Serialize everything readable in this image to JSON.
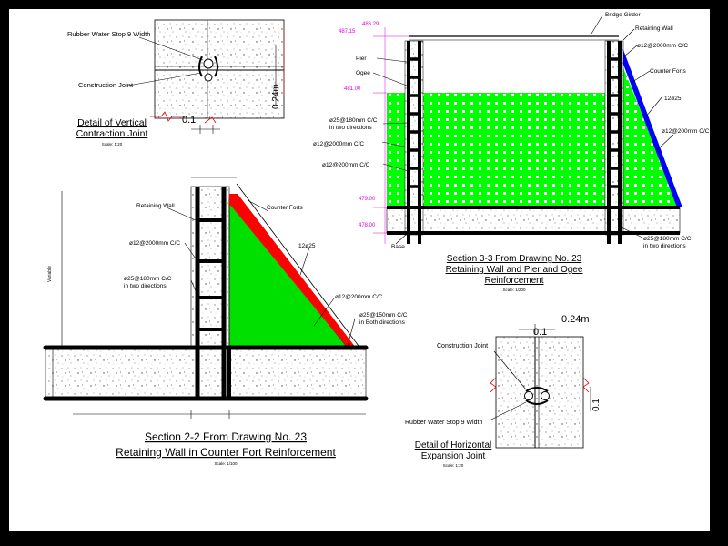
{
  "colors": {
    "background": "#000000",
    "paper": "#ffffff",
    "rebar": "#000000",
    "green_fill": "#00ff00",
    "red_band": "#ff0000",
    "blue_band": "#0000ff",
    "levels": "#e000e0"
  },
  "vertical_joint": {
    "label_waterstop": "Rubber Water Stop 9 Width",
    "label_joint": "Construction Joint",
    "dim_width": "0.1",
    "dim_height": "0.24m",
    "title_line1": "Detail of Vertical",
    "title_line2": "Contraction Joint",
    "scale": "Scale: 1:20"
  },
  "section_22": {
    "label_retaining_wall": "Retaining Wall",
    "label_counter_forts": "Counter Forts",
    "label_bar_12x25": "12ø25",
    "label_12_2000": "ø12@2000mm C/C",
    "label_25_180_line1": "ø25@180mm C/C",
    "label_25_180_line2": "in two directions",
    "label_12_200": "ø12@200mm C/C",
    "label_25_150_line1": "ø25@150mm C/C",
    "label_25_150_line2": "in Both directions",
    "label_height": "Variable",
    "title_line1": "Section  2-2 From Drawing No. 23",
    "title_line2": "Retaining Wall in Counter Fort Reinforcement",
    "scale": "Scale: 1/100"
  },
  "section_33": {
    "label_bridge_girder": "Bridge Girder",
    "label_retaining_wall": "Retaining Wall",
    "label_12_2000_top": "ø12@2000mm C/C",
    "label_counter_forts": "Counter Forts",
    "label_bar_12x25": "12ø25",
    "label_12_200_right": "ø12@200mm C/C",
    "label_pier": "Pier",
    "label_ogee": "Ogee",
    "label_base": "Base",
    "label_25_180_left_line1": "ø25@180mm C/C",
    "label_25_180_left_line2": "in two directions",
    "label_12_2000_left": "ø12@2000mm C/C",
    "label_12_200_left": "ø12@200mm C/C",
    "label_25_180_right_line1": "ø25@180mm C/C",
    "label_25_180_right_line2": "in two directions",
    "levels": [
      "486.29",
      "487.15",
      "481.00",
      "479.00",
      "478.00"
    ],
    "title_line1": "Section  3-3 From Drawing No. 23",
    "title_line2": "Retaining Wall and Pier and Ogee",
    "title_line3": "Reinforcement",
    "scale": "Scale: 1/200"
  },
  "horizontal_joint": {
    "label_joint": "Construction Joint",
    "label_waterstop": "Rubber Water Stop 9 Width",
    "dim_width": "0.1",
    "dim_top": "0.24m",
    "dim_side": "0.1",
    "title_line1": "Detail of Horizontal",
    "title_line2": "Expansion Joint",
    "scale": "Scale: 1:20"
  }
}
